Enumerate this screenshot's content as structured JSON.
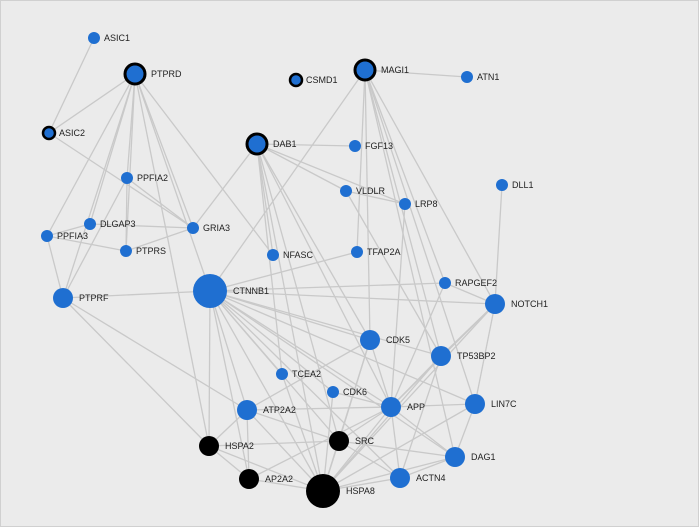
{
  "colors": {
    "background": "#ebebeb",
    "edge": "#c9c9c9",
    "node_blue": "#1f6fd1",
    "node_black": "#000000",
    "highlight_ring": "#000000",
    "label": "#222222"
  },
  "nodes": [
    {
      "id": "ASIC1",
      "label": "ASIC1",
      "color": "blue",
      "size": "small",
      "ring": false
    },
    {
      "id": "PTPRD",
      "label": "PTPRD",
      "color": "blue",
      "size": "medium",
      "ring": true
    },
    {
      "id": "CSMD1",
      "label": "CSMD1",
      "color": "blue",
      "size": "small",
      "ring": true
    },
    {
      "id": "MAGI1",
      "label": "MAGI1",
      "color": "blue",
      "size": "medium",
      "ring": true
    },
    {
      "id": "ATN1",
      "label": "ATN1",
      "color": "blue",
      "size": "small",
      "ring": false
    },
    {
      "id": "ASIC2",
      "label": "ASIC2",
      "color": "blue",
      "size": "small",
      "ring": true
    },
    {
      "id": "DAB1",
      "label": "DAB1",
      "color": "blue",
      "size": "medium",
      "ring": true
    },
    {
      "id": "FGF13",
      "label": "FGF13",
      "color": "blue",
      "size": "small",
      "ring": false
    },
    {
      "id": "PPFIA2",
      "label": "PPFIA2",
      "color": "blue",
      "size": "small",
      "ring": false
    },
    {
      "id": "DLL1",
      "label": "DLL1",
      "color": "blue",
      "size": "small",
      "ring": false
    },
    {
      "id": "VLDLR",
      "label": "VLDLR",
      "color": "blue",
      "size": "small",
      "ring": false
    },
    {
      "id": "LRP8",
      "label": "LRP8",
      "color": "blue",
      "size": "small",
      "ring": false
    },
    {
      "id": "DLGAP3",
      "label": "DLGAP3",
      "color": "blue",
      "size": "small",
      "ring": false
    },
    {
      "id": "PPFIA3",
      "label": "PPFIA3",
      "color": "blue",
      "size": "small",
      "ring": false
    },
    {
      "id": "GRIA3",
      "label": "GRIA3",
      "color": "blue",
      "size": "small",
      "ring": false
    },
    {
      "id": "PTPRS",
      "label": "PTPRS",
      "color": "blue",
      "size": "small",
      "ring": false
    },
    {
      "id": "NFASC",
      "label": "NFASC",
      "color": "blue",
      "size": "small",
      "ring": false
    },
    {
      "id": "TFAP2A",
      "label": "TFAP2A",
      "color": "blue",
      "size": "small",
      "ring": false
    },
    {
      "id": "RAPGEF2",
      "label": "RAPGEF2",
      "color": "blue",
      "size": "small",
      "ring": false
    },
    {
      "id": "PTPRF",
      "label": "PTPRF",
      "color": "blue",
      "size": "medium",
      "ring": false
    },
    {
      "id": "CTNNB1",
      "label": "CTNNB1",
      "color": "blue",
      "size": "large",
      "ring": false
    },
    {
      "id": "NOTCH1",
      "label": "NOTCH1",
      "color": "blue",
      "size": "medium",
      "ring": false
    },
    {
      "id": "CDK5",
      "label": "CDK5",
      "color": "blue",
      "size": "medium",
      "ring": false
    },
    {
      "id": "TP53BP2",
      "label": "TP53BP2",
      "color": "blue",
      "size": "medium",
      "ring": false
    },
    {
      "id": "TCEA2",
      "label": "TCEA2",
      "color": "blue",
      "size": "small",
      "ring": false
    },
    {
      "id": "CDK6",
      "label": "CDK6",
      "color": "blue",
      "size": "small",
      "ring": false
    },
    {
      "id": "ATP2A2",
      "label": "ATP2A2",
      "color": "blue",
      "size": "medium",
      "ring": false
    },
    {
      "id": "APP",
      "label": "APP",
      "color": "blue",
      "size": "medium",
      "ring": false
    },
    {
      "id": "LIN7C",
      "label": "LIN7C",
      "color": "blue",
      "size": "medium",
      "ring": false
    },
    {
      "id": "HSPA2",
      "label": "HSPA2",
      "color": "black",
      "size": "medium",
      "ring": false
    },
    {
      "id": "SRC",
      "label": "SRC",
      "color": "black",
      "size": "medium",
      "ring": false
    },
    {
      "id": "DAG1",
      "label": "DAG1",
      "color": "blue",
      "size": "medium",
      "ring": false
    },
    {
      "id": "AP2A2",
      "label": "AP2A2",
      "color": "black",
      "size": "medium",
      "ring": false
    },
    {
      "id": "ACTN4",
      "label": "ACTN4",
      "color": "blue",
      "size": "medium",
      "ring": false
    },
    {
      "id": "HSPA8",
      "label": "HSPA8",
      "color": "black",
      "size": "large",
      "ring": false
    }
  ],
  "edges": [
    [
      "ASIC1",
      "ASIC2"
    ],
    [
      "ASIC2",
      "PTPRD"
    ],
    [
      "ASIC2",
      "GRIA3"
    ],
    [
      "PTPRD",
      "PPFIA2"
    ],
    [
      "PTPRD",
      "PPFIA3"
    ],
    [
      "PTPRD",
      "PTPRF"
    ],
    [
      "PTPRD",
      "GRIA3"
    ],
    [
      "PTPRD",
      "PTPRS"
    ],
    [
      "PTPRD",
      "CTNNB1"
    ],
    [
      "PTPRD",
      "NFASC"
    ],
    [
      "PTPRD",
      "HSPA2"
    ],
    [
      "PTPRD",
      "DLGAP3"
    ],
    [
      "PPFIA2",
      "PTPRF"
    ],
    [
      "PPFIA2",
      "GRIA3"
    ],
    [
      "PPFIA2",
      "PTPRS"
    ],
    [
      "PPFIA3",
      "PTPRF"
    ],
    [
      "PPFIA3",
      "DLGAP3"
    ],
    [
      "PPFIA3",
      "PTPRS"
    ],
    [
      "DLGAP3",
      "GRIA3"
    ],
    [
      "PTPRF",
      "CTNNB1"
    ],
    [
      "PTPRF",
      "HSPA2"
    ],
    [
      "PTPRF",
      "ATP2A2"
    ],
    [
      "PTPRS",
      "GRIA3"
    ],
    [
      "MAGI1",
      "ATN1"
    ],
    [
      "MAGI1",
      "CTNNB1"
    ],
    [
      "MAGI1",
      "TFAP2A"
    ],
    [
      "MAGI1",
      "CDK5"
    ],
    [
      "MAGI1",
      "TP53BP2"
    ],
    [
      "MAGI1",
      "LIN7C"
    ],
    [
      "MAGI1",
      "DAG1"
    ],
    [
      "MAGI1",
      "RAPGEF2"
    ],
    [
      "MAGI1",
      "NOTCH1"
    ],
    [
      "DAB1",
      "FGF13"
    ],
    [
      "DAB1",
      "GRIA3"
    ],
    [
      "DAB1",
      "VLDLR"
    ],
    [
      "DAB1",
      "LRP8"
    ],
    [
      "DAB1",
      "APP"
    ],
    [
      "DAB1",
      "CDK5"
    ],
    [
      "DAB1",
      "HSPA8"
    ],
    [
      "DAB1",
      "TCEA2"
    ],
    [
      "DAB1",
      "SRC"
    ],
    [
      "DAB1",
      "NFASC"
    ],
    [
      "VLDLR",
      "LRP8"
    ],
    [
      "VLDLR",
      "TP53BP2"
    ],
    [
      "LRP8",
      "APP"
    ],
    [
      "DLL1",
      "NOTCH1"
    ],
    [
      "TFAP2A",
      "CTNNB1"
    ],
    [
      "CTNNB1",
      "RAPGEF2"
    ],
    [
      "CTNNB1",
      "NOTCH1"
    ],
    [
      "CTNNB1",
      "CDK5"
    ],
    [
      "CTNNB1",
      "TP53BP2"
    ],
    [
      "CTNNB1",
      "CDK6"
    ],
    [
      "CTNNB1",
      "APP"
    ],
    [
      "CTNNB1",
      "LIN7C"
    ],
    [
      "CTNNB1",
      "DAG1"
    ],
    [
      "CTNNB1",
      "SRC"
    ],
    [
      "CTNNB1",
      "HSPA2"
    ],
    [
      "CTNNB1",
      "AP2A2"
    ],
    [
      "CTNNB1",
      "HSPA8"
    ],
    [
      "CTNNB1",
      "ACTN4"
    ],
    [
      "CTNNB1",
      "ATP2A2"
    ],
    [
      "CTNNB1",
      "TCEA2"
    ],
    [
      "RAPGEF2",
      "NOTCH1"
    ],
    [
      "RAPGEF2",
      "APP"
    ],
    [
      "NOTCH1",
      "TP53BP2"
    ],
    [
      "NOTCH1",
      "APP"
    ],
    [
      "NOTCH1",
      "LIN7C"
    ],
    [
      "NOTCH1",
      "HSPA8"
    ],
    [
      "CDK5",
      "APP"
    ],
    [
      "CDK5",
      "HSPA8"
    ],
    [
      "CDK5",
      "SRC"
    ],
    [
      "CDK5",
      "ATP2A2"
    ],
    [
      "TP53BP2",
      "APP"
    ],
    [
      "TP53BP2",
      "ACTN4"
    ],
    [
      "TP53BP2",
      "HSPA8"
    ],
    [
      "TCEA2",
      "HSPA8"
    ],
    [
      "CDK6",
      "HSPA8"
    ],
    [
      "CDK6",
      "APP"
    ],
    [
      "ATP2A2",
      "APP"
    ],
    [
      "ATP2A2",
      "HSPA2"
    ],
    [
      "ATP2A2",
      "AP2A2"
    ],
    [
      "ATP2A2",
      "HSPA8"
    ],
    [
      "ATP2A2",
      "SRC"
    ],
    [
      "APP",
      "LIN7C"
    ],
    [
      "APP",
      "DAG1"
    ],
    [
      "APP",
      "HSPA8"
    ],
    [
      "APP",
      "SRC"
    ],
    [
      "APP",
      "ACTN4"
    ],
    [
      "APP",
      "AP2A2"
    ],
    [
      "LIN7C",
      "DAG1"
    ],
    [
      "LIN7C",
      "HSPA8"
    ],
    [
      "HSPA2",
      "HSPA8"
    ],
    [
      "HSPA2",
      "SRC"
    ],
    [
      "HSPA2",
      "AP2A2"
    ],
    [
      "SRC",
      "HSPA8"
    ],
    [
      "SRC",
      "DAG1"
    ],
    [
      "SRC",
      "ACTN4"
    ],
    [
      "DAG1",
      "ACTN4"
    ],
    [
      "DAG1",
      "HSPA8"
    ],
    [
      "AP2A2",
      "HSPA8"
    ],
    [
      "ACTN4",
      "HSPA8"
    ]
  ]
}
